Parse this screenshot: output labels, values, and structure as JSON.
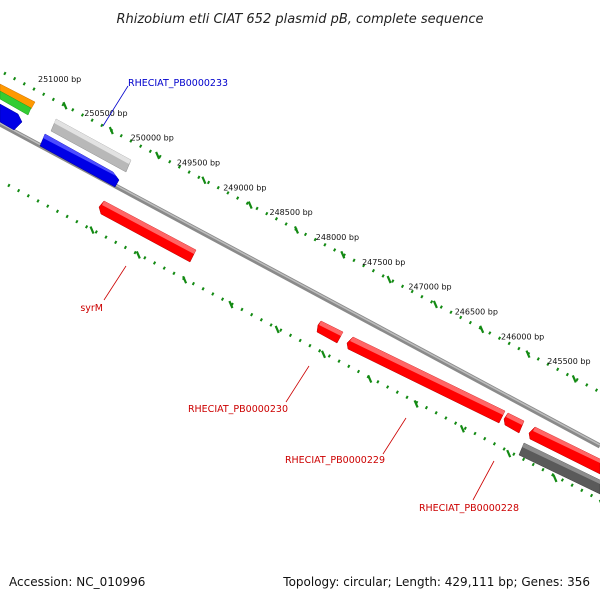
{
  "title": "Rhizobium etli CIAT 652 plasmid pB, complete sequence",
  "footer": {
    "accession": "Accession: NC_010996",
    "summary": "Topology: circular; Length: 429,111 bp; Genes: 356"
  },
  "ticks": [
    {
      "bp": 251000,
      "label": "251000 bp"
    },
    {
      "bp": 250500,
      "label": "250500 bp"
    },
    {
      "bp": 250000,
      "label": "250000 bp"
    },
    {
      "bp": 249500,
      "label": "249500 bp"
    },
    {
      "bp": 249000,
      "label": "249000 bp"
    },
    {
      "bp": 248500,
      "label": "248500 bp"
    },
    {
      "bp": 248000,
      "label": "248000 bp"
    },
    {
      "bp": 247500,
      "label": "247500 bp"
    },
    {
      "bp": 247000,
      "label": "247000 bp"
    },
    {
      "bp": 246500,
      "label": "246500 bp"
    },
    {
      "bp": 246000,
      "label": "246000 bp"
    },
    {
      "bp": 245500,
      "label": "245500 bp"
    }
  ],
  "features": [
    {
      "name": "RHECIAT_PB0000233",
      "strand": "forward",
      "color": "#0000cc"
    },
    {
      "name": "syrM",
      "strand": "reverse",
      "color": "#cc0000"
    },
    {
      "name": "RHECIAT_PB0000230",
      "strand": "reverse",
      "color": "#cc0000"
    },
    {
      "name": "RHECIAT_PB0000229",
      "strand": "reverse",
      "color": "#cc0000"
    },
    {
      "name": "RHECIAT_PB0000228",
      "strand": "reverse",
      "color": "#cc0000"
    }
  ],
  "colors": {
    "backbone": "#7a7a7a",
    "tick": "#138a13",
    "cds_reverse": "#ff0000",
    "cds_forward": "#0000e6",
    "gene_gray": "#b5b5b5",
    "gene_dark": "#5a5a5a",
    "orange": "#ff9900",
    "green": "#33cc33"
  }
}
